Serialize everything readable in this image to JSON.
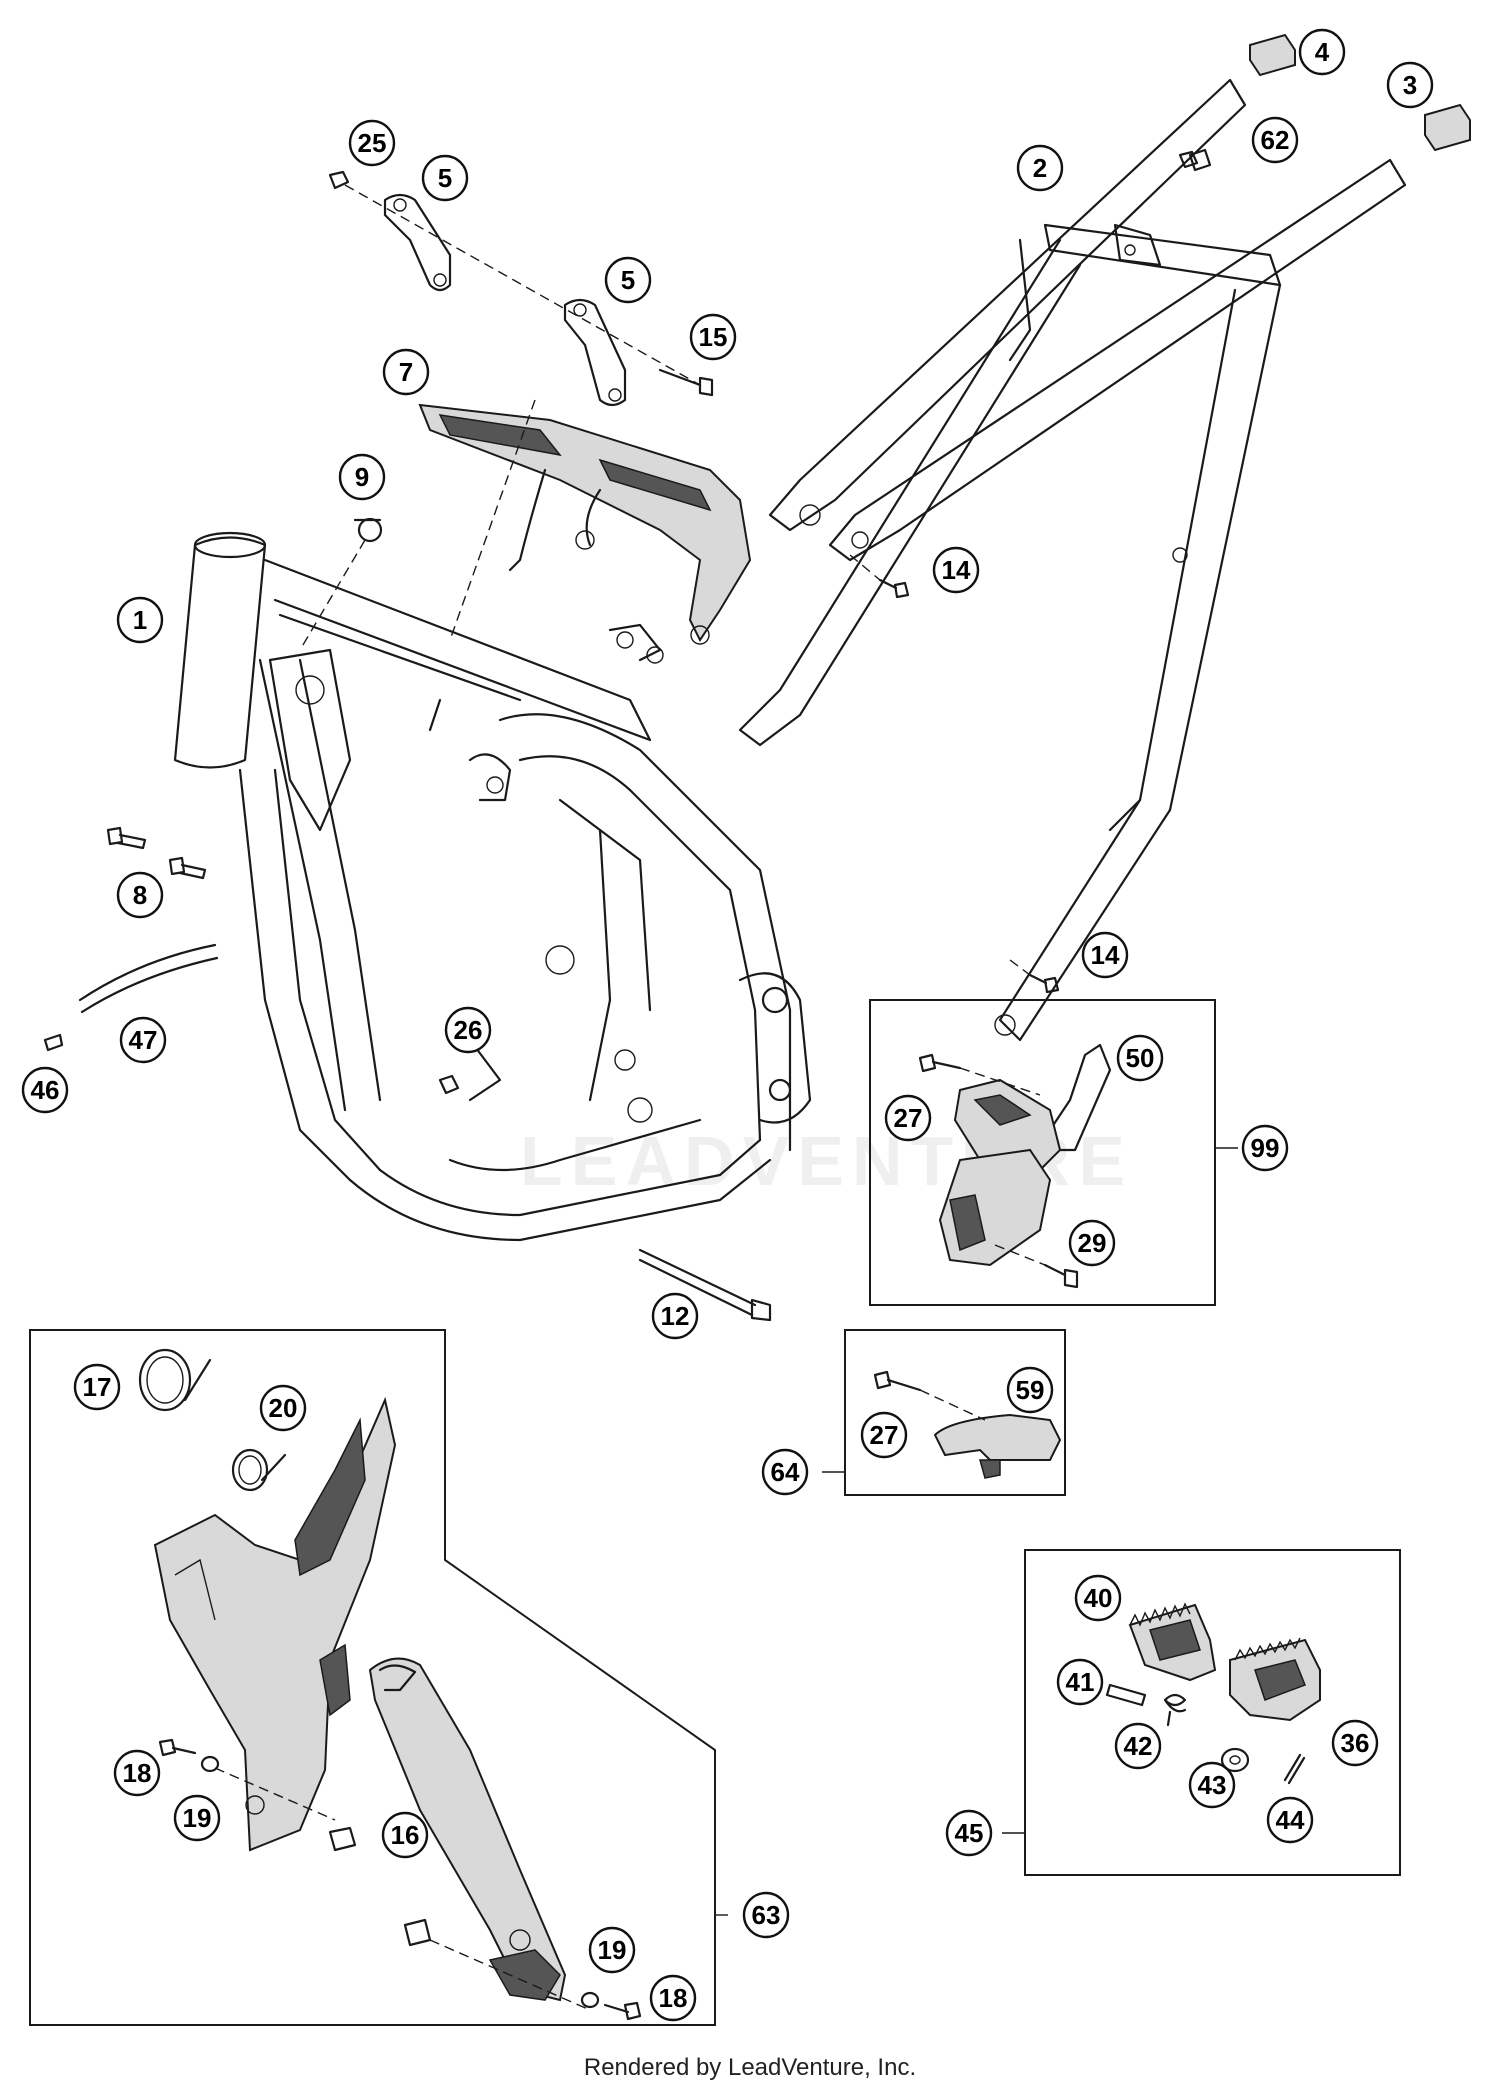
{
  "footer": {
    "text": "Rendered by LeadVenture, Inc."
  },
  "watermark": {
    "text": "LEADVENTURE"
  },
  "callouts": [
    {
      "label": "1"
    },
    {
      "label": "2"
    },
    {
      "label": "3"
    },
    {
      "label": "4"
    },
    {
      "label": "5"
    },
    {
      "label": "5"
    },
    {
      "label": "7"
    },
    {
      "label": "8"
    },
    {
      "label": "9"
    },
    {
      "label": "12"
    },
    {
      "label": "14"
    },
    {
      "label": "14"
    },
    {
      "label": "15"
    },
    {
      "label": "16"
    },
    {
      "label": "17"
    },
    {
      "label": "18"
    },
    {
      "label": "18"
    },
    {
      "label": "19"
    },
    {
      "label": "19"
    },
    {
      "label": "20"
    },
    {
      "label": "25"
    },
    {
      "label": "26"
    },
    {
      "label": "27"
    },
    {
      "label": "27"
    },
    {
      "label": "29"
    },
    {
      "label": "36"
    },
    {
      "label": "40"
    },
    {
      "label": "41"
    },
    {
      "label": "42"
    },
    {
      "label": "43"
    },
    {
      "label": "44"
    },
    {
      "label": "45"
    },
    {
      "label": "46"
    },
    {
      "label": "47"
    },
    {
      "label": "50"
    },
    {
      "label": "59"
    },
    {
      "label": "62"
    },
    {
      "label": "63"
    },
    {
      "label": "64"
    },
    {
      "label": "99"
    }
  ]
}
